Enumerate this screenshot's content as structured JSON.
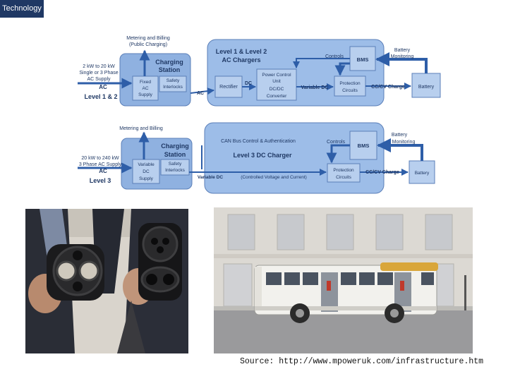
{
  "header": {
    "tag": "Technology"
  },
  "diagram1": {
    "metering": [
      "Metering and Billing",
      "(Public Charging)"
    ],
    "input": [
      "2 kW to 20 kW",
      "Single or 3 Phase",
      "AC Supply"
    ],
    "ac_in": "AC",
    "level_label": "Level 1 & 2",
    "station": [
      "Charging",
      "Station"
    ],
    "fixed": [
      "Fixed",
      "AC",
      "Supply"
    ],
    "safety": [
      "Safety",
      "Interlocks"
    ],
    "ac_mid": "AC",
    "title": [
      "Level 1 & Level 2",
      "AC Chargers"
    ],
    "controls": "Controls",
    "bms": "BMS",
    "battery_monitoring": [
      "Battery",
      "Monitoring"
    ],
    "rectifier": "Rectifier",
    "dc": "DC",
    "pcu": [
      "Power Control",
      "Unit",
      "DC/DC",
      "Converter"
    ],
    "variable_dc": "Variable DC",
    "protection": [
      "Protection",
      "Circuits"
    ],
    "cccv": "CC/CV Charge",
    "battery": "Battery"
  },
  "diagram2": {
    "metering": "Metering and Billing",
    "input": [
      "20 kW to 240 kW",
      "3 Phase AC Supply"
    ],
    "ac_in": "AC",
    "level_label": "Level 3",
    "station": [
      "Charging",
      "Station"
    ],
    "variable": [
      "Variable",
      "DC",
      "Supply"
    ],
    "safety": [
      "Safety",
      "Interlocks"
    ],
    "can": "CAN Bus Control & Authentication",
    "title": "Level 3  DC Charger",
    "controls": "Controls",
    "bms": "BMS",
    "battery_monitoring": [
      "Battery",
      "Monitoring"
    ],
    "variable_dc": "Variable DC",
    "controlled": "(Controlled Voltage and Current)",
    "protection": [
      "Protection",
      "Circuits"
    ],
    "cccv": "CC/CV Charge",
    "battery": "Battery"
  },
  "source": "Source: http://www.mpoweruk.com/infrastructure.htm",
  "colors": {
    "box_fill": "#8fb1e0",
    "box_stroke": "#5b7fb8",
    "panel_fill": "#9dbde8",
    "arrow": "#2e5ea8",
    "text": "#1f3864"
  }
}
